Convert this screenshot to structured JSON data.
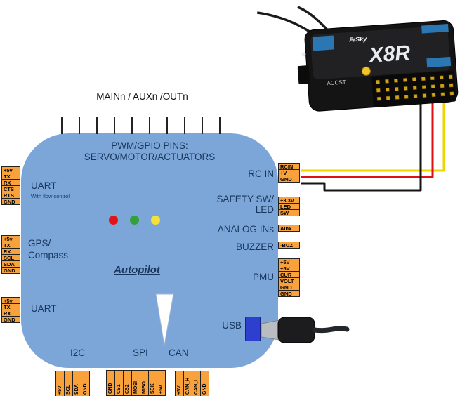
{
  "colors": {
    "board_blue": "#7da6d8",
    "connector_orange": "#f9a13a",
    "wire_yellow": "#f0d400",
    "wire_red": "#e01010",
    "wire_black": "#141414",
    "usb_blue": "#2e3fd0",
    "label_navy": "#17365d",
    "led_red": "#e01616",
    "led_green": "#33a03c",
    "led_yellow": "#f2e23a"
  },
  "header": {
    "pins_label": "MAINn / AUXn /OUTn"
  },
  "autopilot": {
    "pwm_line1": "PWM/GPIO PINS:",
    "pwm_line2": "SERVO/MOTOR/ACTUATORS",
    "uart_fc_label": "UART",
    "uart_fc_sub": "With flow control",
    "gps_label1": "GPS/",
    "gps_label2": "Compass",
    "title": "Autopilot",
    "uart2_label": "UART",
    "i2c_label": "I2C",
    "spi_label": "SPI",
    "can_label": "CAN",
    "rcin_label": "RC IN",
    "safety_label1": "SAFETY SW/",
    "safety_label2": "LED",
    "analog_label": "ANALOG INs",
    "buzzer_label": "BUZZER",
    "pmu_label": "PMU",
    "usb_label": "USB"
  },
  "connectors": {
    "uart_fc": [
      "+5v",
      "TX",
      "RX",
      "CTS",
      "RTS",
      "GND"
    ],
    "gps": [
      "+5v",
      "TX",
      "RX",
      "SCL",
      "SDA",
      "GND"
    ],
    "uart2": [
      "+5v",
      "TX",
      "RX",
      "GND"
    ],
    "rcin": [
      "RCIN",
      "+V",
      "GND"
    ],
    "safety": [
      "+3.3V",
      "LED",
      "SW"
    ],
    "analog": [
      "AInx"
    ],
    "buzzer": [
      "-BUZ"
    ],
    "pmu": [
      "+5V",
      "+5V",
      "CUR",
      "VOLT",
      "GND",
      "GND"
    ],
    "i2c": [
      "+5V",
      "SCL",
      "SDA",
      "GND"
    ],
    "spi": [
      "GND",
      "CS1",
      "CS2",
      "MOSI",
      "MISO",
      "SCK",
      "+5V"
    ],
    "can": [
      "+5V",
      "CAN_H",
      "CAN_L",
      "GND"
    ]
  },
  "receiver": {
    "model": "X8R",
    "brand": "FrSky",
    "tech": "ACCST"
  }
}
